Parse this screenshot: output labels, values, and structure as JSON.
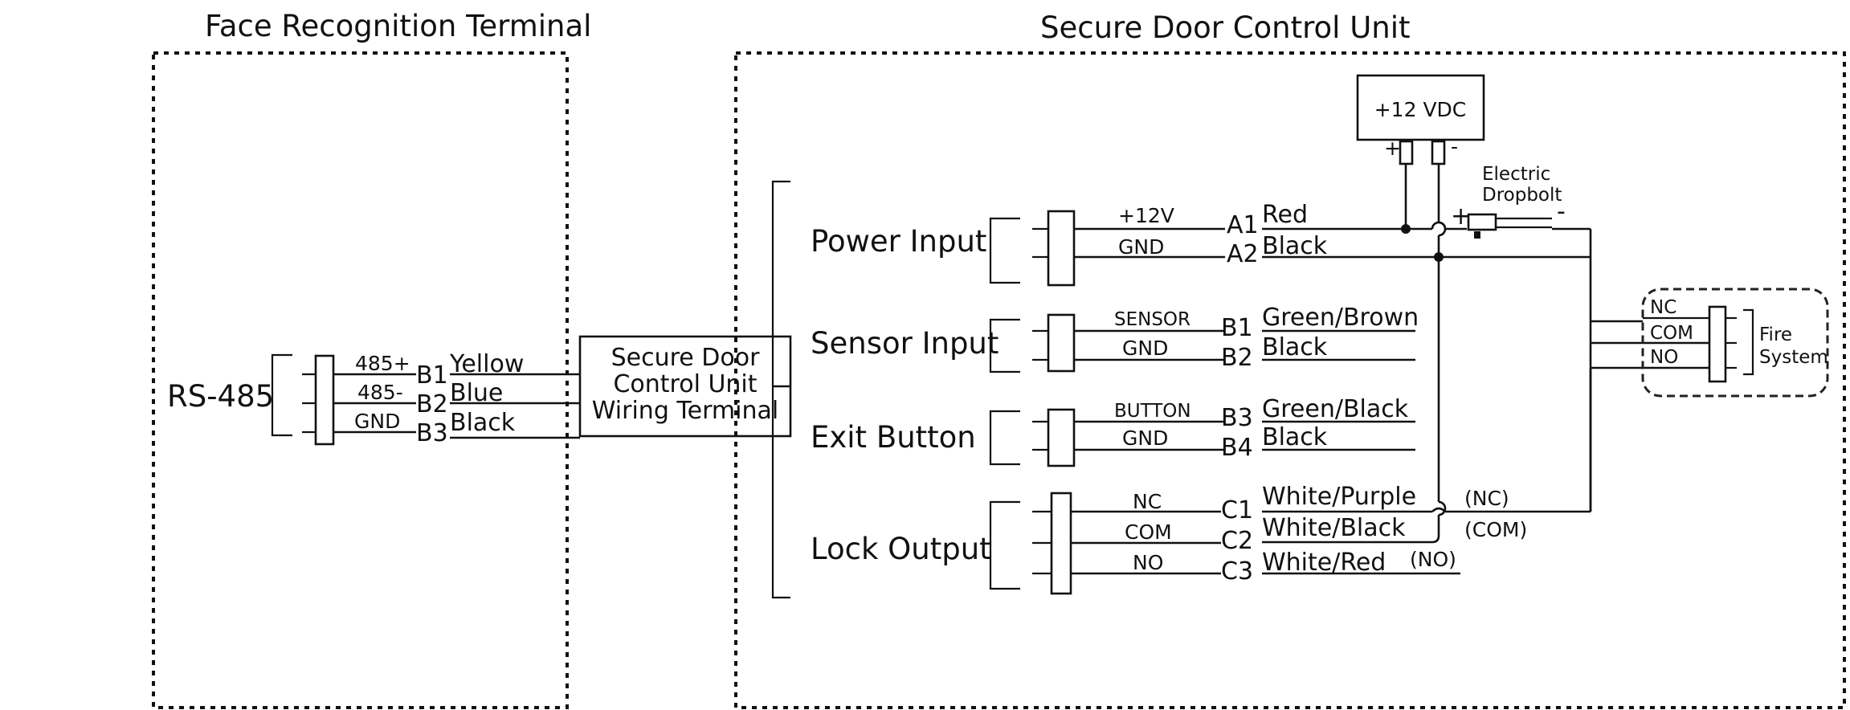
{
  "titles": {
    "left": "Face Recognition Terminal",
    "right": "Secure Door Control Unit"
  },
  "rs485": {
    "label": "RS-485",
    "pins": [
      {
        "signal": "485+",
        "pin": "B1",
        "color": "Yellow"
      },
      {
        "signal": "485-",
        "pin": "B2",
        "color": "Blue"
      },
      {
        "signal": "GND",
        "pin": "B3",
        "color": "Black"
      }
    ]
  },
  "wiring_terminal": {
    "line1": "Secure Door",
    "line2": "Control Unit",
    "line3": "Wiring Terminal"
  },
  "groups": [
    {
      "label": "Power Input",
      "pins": [
        {
          "signal": "+12V",
          "pin": "A1",
          "color": "Red"
        },
        {
          "signal": "GND",
          "pin": "A2",
          "color": "Black"
        }
      ]
    },
    {
      "label": "Sensor Input",
      "pins": [
        {
          "signal": "SENSOR",
          "pin": "B1",
          "color": "Green/Brown"
        },
        {
          "signal": "GND",
          "pin": "B2",
          "color": "Black"
        }
      ]
    },
    {
      "label": "Exit Button",
      "pins": [
        {
          "signal": "BUTTON",
          "pin": "B3",
          "color": "Green/Black"
        },
        {
          "signal": "GND",
          "pin": "B4",
          "color": "Black"
        }
      ]
    },
    {
      "label": "Lock Output",
      "pins": [
        {
          "signal": "NC",
          "pin": "C1",
          "color": "White/Purple",
          "note": "(NC)"
        },
        {
          "signal": "COM",
          "pin": "C2",
          "color": "White/Black",
          "note": "(COM)"
        },
        {
          "signal": "NO",
          "pin": "C3",
          "color": "White/Red",
          "note": "(NO)"
        }
      ]
    }
  ],
  "power_supply": {
    "label": "+12 VDC",
    "plus": "+",
    "minus": "-"
  },
  "dropbolt": {
    "line1": "Electric",
    "line2": "Dropbolt",
    "plus": "+",
    "minus": "-"
  },
  "fire_system": {
    "line1": "Fire",
    "line2": "System",
    "contacts": [
      "NC",
      "COM",
      "NO"
    ]
  }
}
